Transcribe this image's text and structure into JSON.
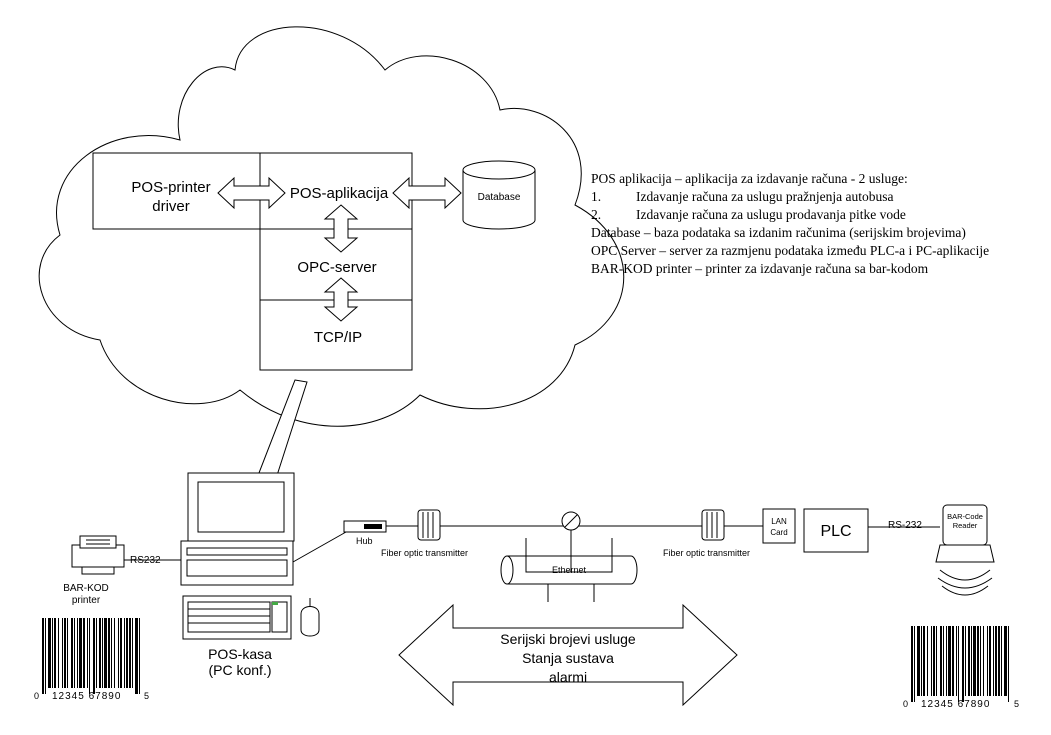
{
  "stack": {
    "printer_driver_line1": "POS-printer",
    "printer_driver_line2": "driver",
    "pos_app": "POS-aplikacija",
    "opc_server": "OPC-server",
    "tcpip": "TCP/IP",
    "database": "Database"
  },
  "legend": {
    "line1": "POS aplikacija – aplikacija za izdavanje računa - 2 usluge:",
    "item1_num": "1.",
    "item1_text": "Izdavanje računa za uslugu pražnjenja autobusa",
    "item2_num": "2.",
    "item2_text": "Izdavanje računa za uslugu prodavanja pitke vode",
    "line4": "Database – baza podataka sa izdanim računima (serijskim brojevima)",
    "line5": "OPC Server – server za razmjenu podataka između PLC-a i PC-aplikacije",
    "line6": "BAR-KOD printer – printer za izdavanje računa sa bar-kodom"
  },
  "hardware": {
    "rs232_left": "RS232",
    "printer_line1": "BAR-KOD",
    "printer_line2": "printer",
    "pos_line1": "POS-kasa",
    "pos_line2": "(PC konf.)",
    "hub": "Hub",
    "fiber_left": "Fiber optic transmitter",
    "fiber_right": "Fiber optic transmitter",
    "ethernet": "Ethernet",
    "lan_line1": "LAN",
    "lan_line2": "Card",
    "plc": "PLC",
    "rs232_right": "RS-232",
    "reader_line1": "BAR-Code",
    "reader_line2": "Reader"
  },
  "data_arrow": {
    "line1": "Serijski brojevi usluge",
    "line2": "Stanja sustava",
    "line3": "alarmi"
  },
  "barcodes": {
    "left": {
      "pre": "0",
      "digits": "12345 67890",
      "post": "5"
    },
    "right": {
      "pre": "0",
      "digits": "12345 67890",
      "post": "5"
    }
  }
}
